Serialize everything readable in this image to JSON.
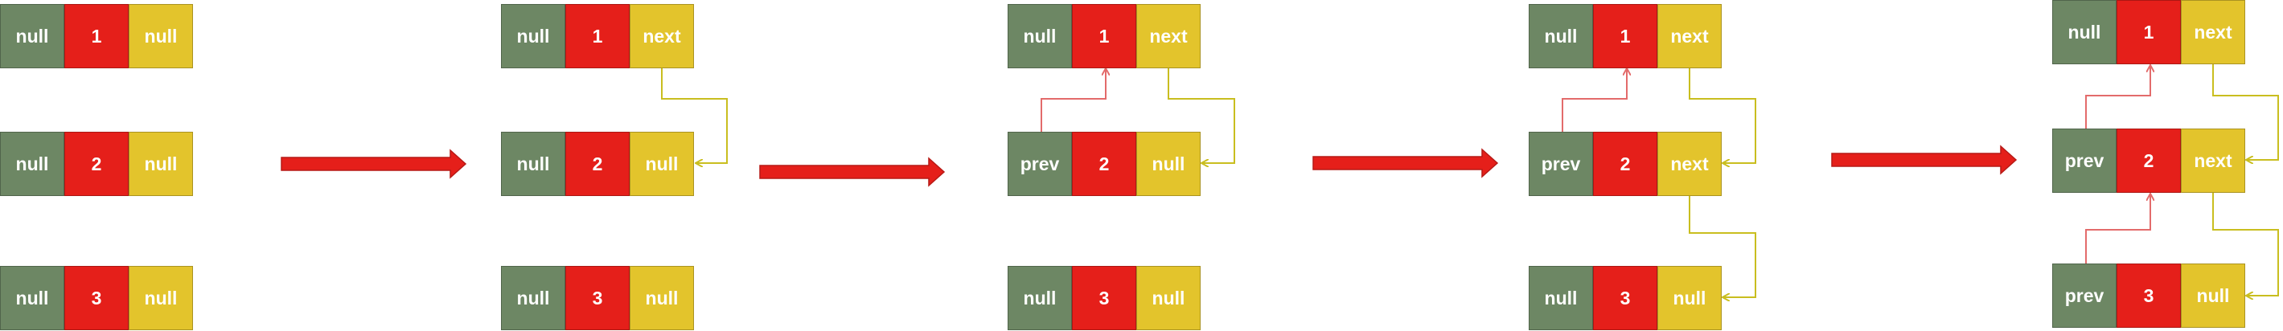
{
  "colors": {
    "prev": "#6d8764",
    "value": "#e51f1a",
    "next": "#e3c42c",
    "transition_arrow": "#e51f1a",
    "next_pointer": "#c9be1f",
    "prev_pointer": "#e36b6b"
  },
  "stages": [
    {
      "nodes": [
        {
          "prev": "null",
          "value": "1",
          "next": "null"
        },
        {
          "prev": "null",
          "value": "2",
          "next": "null"
        },
        {
          "prev": "null",
          "value": "3",
          "next": "null"
        }
      ]
    },
    {
      "nodes": [
        {
          "prev": "null",
          "value": "1",
          "next": "next"
        },
        {
          "prev": "null",
          "value": "2",
          "next": "null"
        },
        {
          "prev": "null",
          "value": "3",
          "next": "null"
        }
      ]
    },
    {
      "nodes": [
        {
          "prev": "null",
          "value": "1",
          "next": "next"
        },
        {
          "prev": "prev",
          "value": "2",
          "next": "null"
        },
        {
          "prev": "null",
          "value": "3",
          "next": "null"
        }
      ]
    },
    {
      "nodes": [
        {
          "prev": "null",
          "value": "1",
          "next": "next"
        },
        {
          "prev": "prev",
          "value": "2",
          "next": "next"
        },
        {
          "prev": "null",
          "value": "3",
          "next": "null"
        }
      ]
    },
    {
      "nodes": [
        {
          "prev": "null",
          "value": "1",
          "next": "next"
        },
        {
          "prev": "prev",
          "value": "2",
          "next": "next"
        },
        {
          "prev": "prev",
          "value": "3",
          "next": "null"
        }
      ]
    }
  ]
}
